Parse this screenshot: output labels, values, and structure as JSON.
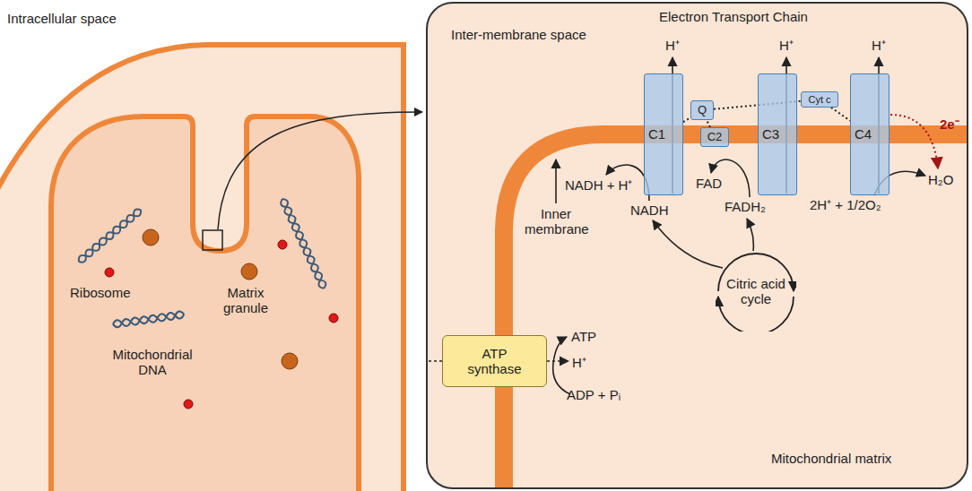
{
  "diagram": {
    "nodes": [
      {
        "text": [
          "Electron Transport Chain"
        ]
      },
      {
        "text": [
          "C1"
        ],
        "in": 0
      },
      {
        "text": [
          "Q"
        ],
        "in": 0
      },
      {
        "text": [
          "C2"
        ],
        "in": 0
      },
      {
        "text": [
          "C3"
        ],
        "in": 0
      },
      {
        "text": [
          "Cyt c"
        ],
        "in": 0
      },
      {
        "text": [
          "C4"
        ],
        "in": 0
      },
      {
        "text": [
          "Citric acid cycle"
        ],
        "in": 0
      },
      {
        "text": [
          "ATP synthase"
        ],
        "in": 0
      }
    ],
    "edges": [
      {
        "from": 1,
        "to": 2,
        "arrow": "none"
      },
      {
        "from": 3,
        "to": 2,
        "arrow": "none"
      },
      {
        "from": 2,
        "to": 5,
        "arrow": "none"
      },
      {
        "from": 5,
        "to": 6,
        "arrow": "none"
      }
    ],
    "labels": [
      "Intracellular space",
      "Ribosome",
      "Matrix granule",
      "Mitochondrial DNA",
      "Inter-membrane space",
      "Inner membrane",
      "Mitochondrial matrix",
      "H⁺",
      "H⁺",
      "H⁺",
      "NADH + H⁺",
      "NADH",
      "FAD",
      "FADH₂",
      "2H⁺ + 1/2O₂",
      "H₂O",
      "2e⁻",
      "ATP",
      "H⁺",
      "ADP + Pᵢ"
    ]
  }
}
